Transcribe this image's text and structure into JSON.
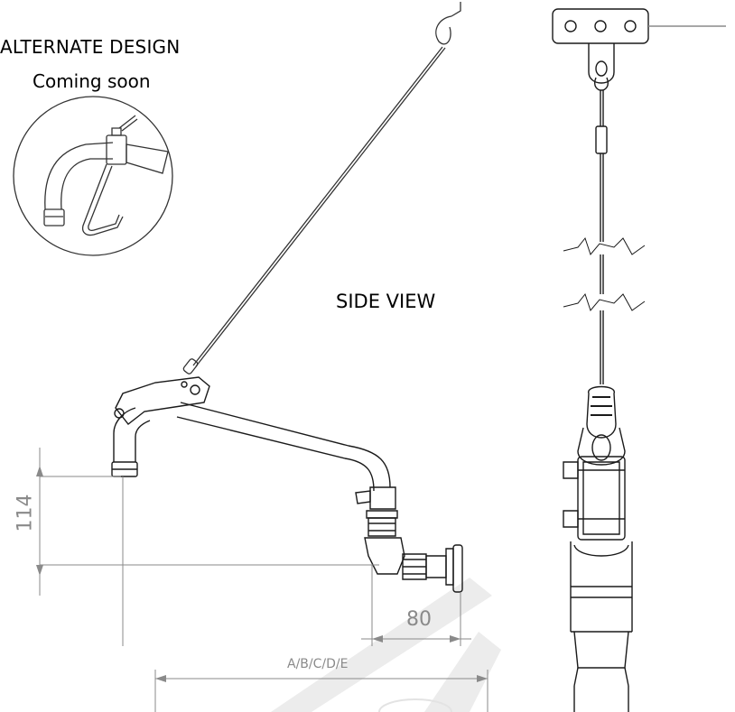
{
  "labels": {
    "alternate_design": "ALTERNATE DESIGN",
    "coming_soon": "Coming soon",
    "side_view": "SIDE VIEW"
  },
  "dimensions": {
    "height": "114",
    "offset": "80",
    "length": "A/B/C/D/E"
  },
  "colors": {
    "line": "#1a1a1a",
    "dimension": "#8a8a8a",
    "watermark": "#e6e6e6"
  }
}
